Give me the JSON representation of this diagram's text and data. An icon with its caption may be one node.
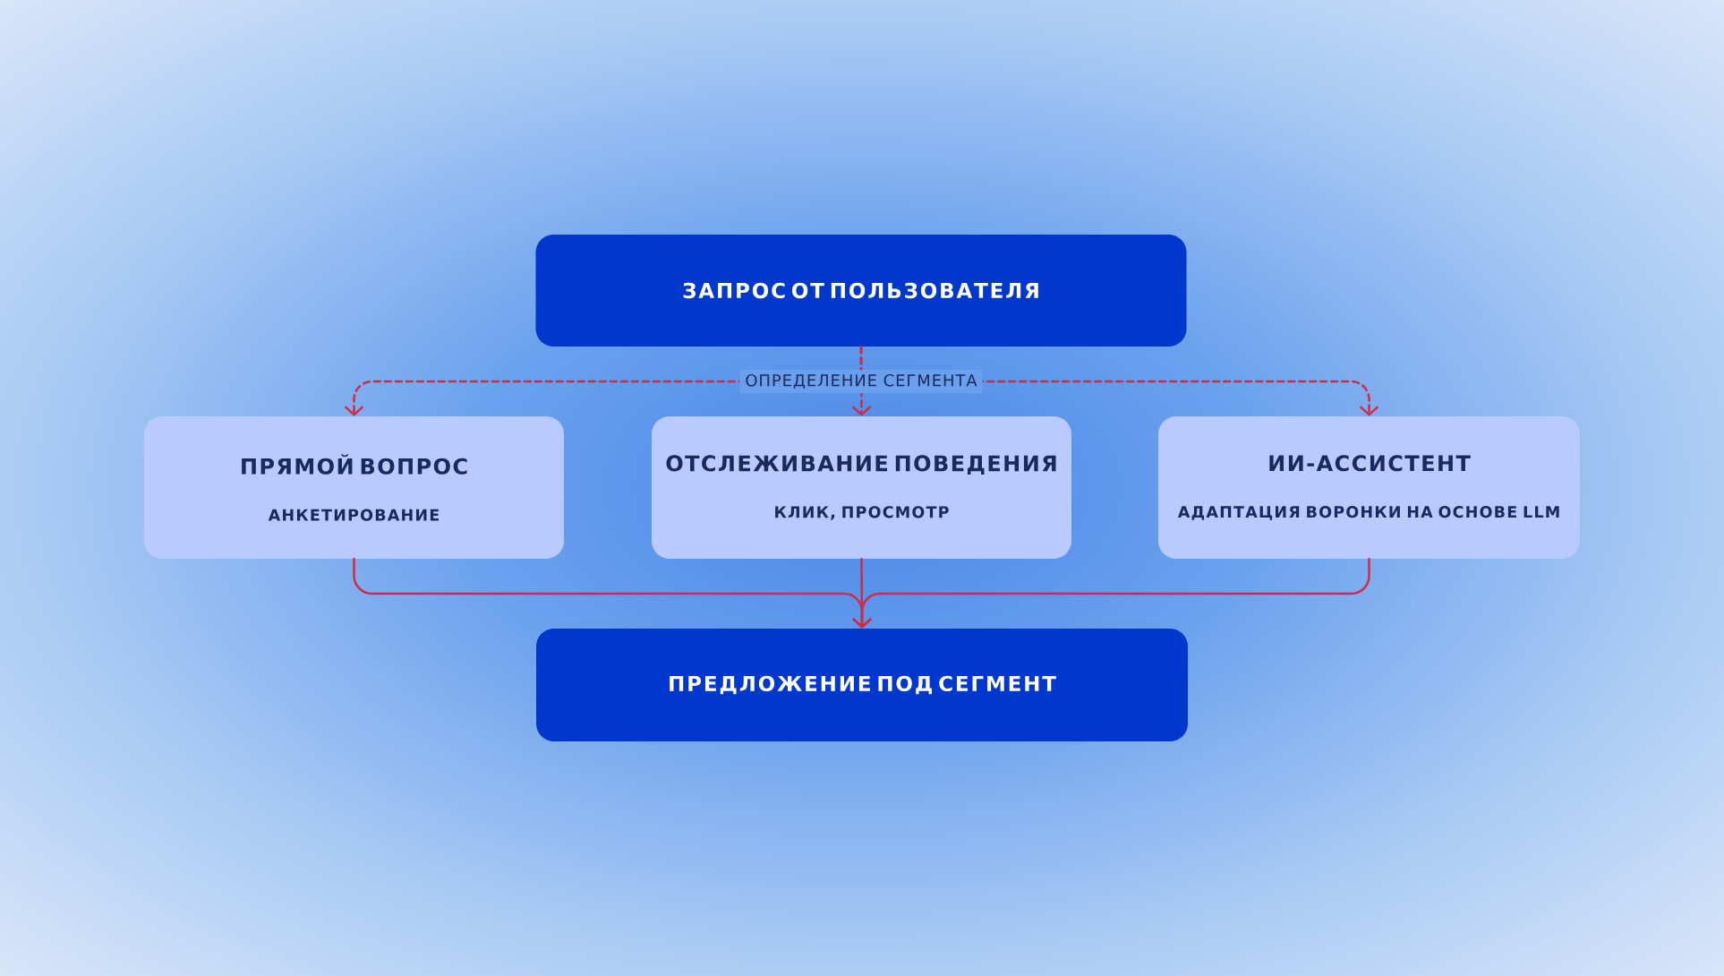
{
  "diagram": {
    "nodes": [
      {
        "text": [
          "ЗАПРОС ОТ ПОЛЬЗОВАТЕЛЯ"
        ]
      },
      {
        "text": [
          "ПРЯМОЙ ВОПРОС",
          "АНКЕТИРОВАНИЕ"
        ]
      },
      {
        "text": [
          "ОТСЛЕЖИВАНИЕ ПОВЕДЕНИЯ",
          "КЛИК, ПРОСМОТР"
        ]
      },
      {
        "text": [
          "ИИ-АССИСТЕНТ",
          "АДАПТАЦИЯ ВОРОНКИ НА ОСНОВЕ LLM"
        ]
      },
      {
        "text": [
          "ПРЕДЛОЖЕНИЕ ПОД СЕГМЕНТ"
        ]
      }
    ],
    "edges": [
      {
        "from": 0,
        "to": 1,
        "arrow": "to",
        "style": "dashed"
      },
      {
        "from": 0,
        "to": 2,
        "arrow": "to",
        "style": "dashed",
        "label": "ОПРЕДЕЛЕНИЕ СЕГМЕНТА"
      },
      {
        "from": 0,
        "to": 3,
        "arrow": "to",
        "style": "dashed"
      },
      {
        "from": 1,
        "to": 4,
        "arrow": "to"
      },
      {
        "from": 2,
        "to": 4,
        "arrow": "to"
      },
      {
        "from": 3,
        "to": 4,
        "arrow": "to"
      }
    ]
  }
}
